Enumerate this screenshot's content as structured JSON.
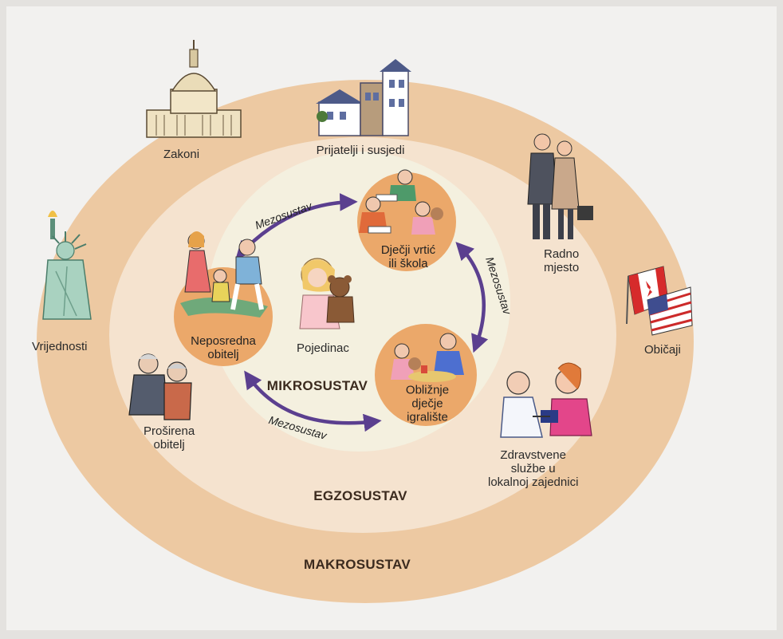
{
  "levels": {
    "micro": "MIKROSUSTAV",
    "exo": "EGZOSUSTAV",
    "macro": "MAKROSUSTAV"
  },
  "center": {
    "individual": "Pojedinac"
  },
  "micro_nodes": {
    "family": "Neposredna\nobitelj",
    "school": "Dječji vrtić\nili škola",
    "playground": "Obližnje\ndječje\nigralište"
  },
  "meso_label": "Mezosustav",
  "exo_items": {
    "friends": "Prijatelji i susjedi",
    "work": "Radno\nmjesto",
    "health": "Zdravstvene\nslužbe u\nlokalnoj zajednici",
    "extended_family": "Proširena\nobitelj"
  },
  "macro_items": {
    "laws": "Zakoni",
    "values": "Vrijednosti",
    "customs": "Običaji"
  },
  "colors": {
    "macro_ring": "#edc9a2",
    "exo_ring": "#f5e3cf",
    "micro_area": "#f3efde",
    "node_fill": "#eba86a",
    "arrow": "#5b3f8f"
  },
  "icons": [
    "capitol-building-icon",
    "townhouses-icon",
    "business-couple-icon",
    "statue-of-liberty-icon",
    "flags-icon",
    "doctor-patient-icon",
    "grandparents-icon",
    "family-icon",
    "girl-with-teddy-icon",
    "children-reading-icon",
    "children-sandbox-icon"
  ]
}
